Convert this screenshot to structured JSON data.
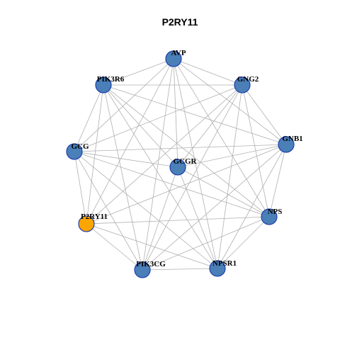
{
  "title": "P2RY11",
  "colors": {
    "node_default": "#4a7fb8",
    "node_highlight": "#ffa500",
    "node_border": "#1f3fae",
    "edge": "#b0b0b0"
  },
  "nodes": [
    {
      "id": "AVP",
      "label": "AVP",
      "highlight": false
    },
    {
      "id": "GNG2",
      "label": "GNG2",
      "highlight": false
    },
    {
      "id": "GNB1",
      "label": "GNB1",
      "highlight": false
    },
    {
      "id": "NPS",
      "label": "NPS",
      "highlight": false
    },
    {
      "id": "NPSR1",
      "label": "NPSR1",
      "highlight": false
    },
    {
      "id": "PIK3CG",
      "label": "PIK3CG",
      "highlight": false
    },
    {
      "id": "P2RY11",
      "label": "P2RY11",
      "highlight": true
    },
    {
      "id": "GCG",
      "label": "GCG",
      "highlight": false
    },
    {
      "id": "PIK3R6",
      "label": "PIK3R6",
      "highlight": false
    },
    {
      "id": "GCGR",
      "label": "GCGR",
      "highlight": false
    }
  ],
  "edges": [
    [
      "AVP",
      "GNG2"
    ],
    [
      "AVP",
      "GNB1"
    ],
    [
      "AVP",
      "NPS"
    ],
    [
      "AVP",
      "NPSR1"
    ],
    [
      "AVP",
      "PIK3CG"
    ],
    [
      "AVP",
      "P2RY11"
    ],
    [
      "AVP",
      "GCG"
    ],
    [
      "AVP",
      "PIK3R6"
    ],
    [
      "AVP",
      "GCGR"
    ],
    [
      "GNG2",
      "GNB1"
    ],
    [
      "GNG2",
      "NPS"
    ],
    [
      "GNG2",
      "NPSR1"
    ],
    [
      "GNG2",
      "PIK3CG"
    ],
    [
      "GNG2",
      "P2RY11"
    ],
    [
      "GNG2",
      "GCG"
    ],
    [
      "GNG2",
      "PIK3R6"
    ],
    [
      "GNG2",
      "GCGR"
    ],
    [
      "GNB1",
      "NPS"
    ],
    [
      "GNB1",
      "NPSR1"
    ],
    [
      "GNB1",
      "PIK3CG"
    ],
    [
      "GNB1",
      "P2RY11"
    ],
    [
      "GNB1",
      "GCG"
    ],
    [
      "GNB1",
      "PIK3R6"
    ],
    [
      "GNB1",
      "GCGR"
    ],
    [
      "NPS",
      "NPSR1"
    ],
    [
      "NPS",
      "PIK3CG"
    ],
    [
      "NPS",
      "P2RY11"
    ],
    [
      "NPS",
      "GCG"
    ],
    [
      "NPS",
      "PIK3R6"
    ],
    [
      "NPS",
      "GCGR"
    ],
    [
      "NPSR1",
      "PIK3CG"
    ],
    [
      "NPSR1",
      "P2RY11"
    ],
    [
      "NPSR1",
      "GCG"
    ],
    [
      "NPSR1",
      "PIK3R6"
    ],
    [
      "NPSR1",
      "GCGR"
    ],
    [
      "PIK3CG",
      "P2RY11"
    ],
    [
      "PIK3CG",
      "GCG"
    ],
    [
      "PIK3CG",
      "PIK3R6"
    ],
    [
      "PIK3CG",
      "GCGR"
    ],
    [
      "P2RY11",
      "GCG"
    ],
    [
      "P2RY11",
      "PIK3R6"
    ],
    [
      "GCG",
      "PIK3R6"
    ],
    [
      "GCG",
      "GCGR"
    ],
    [
      "PIK3R6",
      "GCGR"
    ]
  ]
}
